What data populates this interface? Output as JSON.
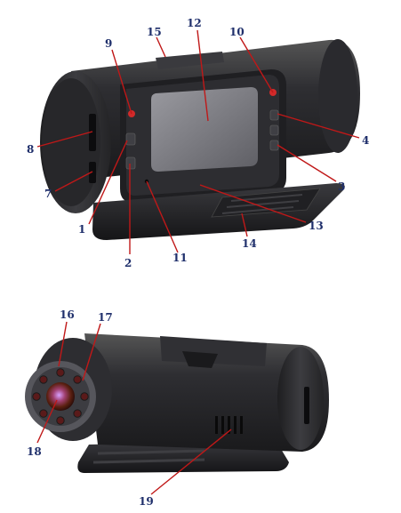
{
  "figure": {
    "top_callouts": [
      "1",
      "2",
      "3",
      "4",
      "7",
      "8",
      "9",
      "10",
      "11",
      "12",
      "13",
      "14",
      "15"
    ],
    "bottom_callouts": [
      "16",
      "17",
      "18",
      "19"
    ]
  },
  "colors": {
    "leader": "#c01818",
    "label": "#1f2f6b",
    "body_dark": "#2a2a2e",
    "body_mid": "#4a4a50",
    "screen": "#7d7d82",
    "ir_led": "#5a1a1a"
  }
}
